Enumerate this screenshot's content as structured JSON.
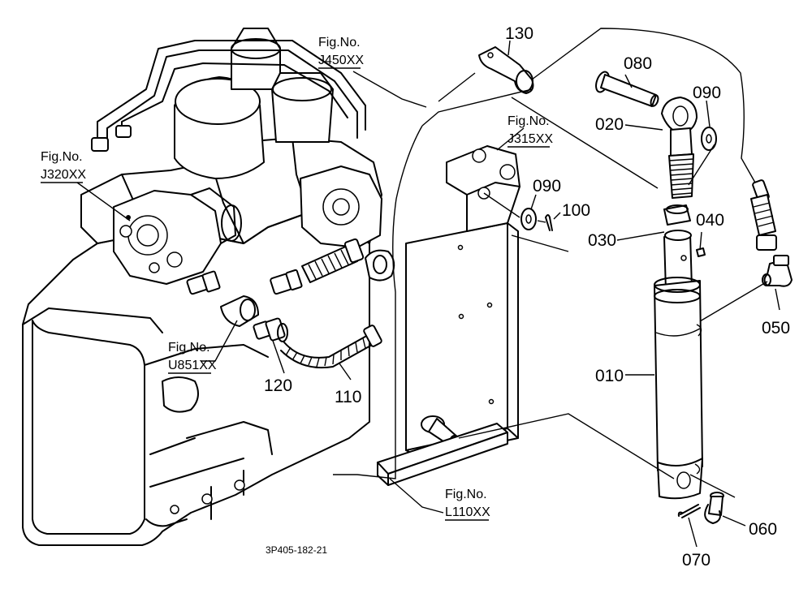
{
  "part_labels": {
    "p010": "010",
    "p020": "020",
    "p030": "030",
    "p040": "040",
    "p050": "050",
    "p060": "060",
    "p070": "070",
    "p080": "080",
    "p090a": "090",
    "p090b": "090",
    "p100": "100",
    "p110": "110",
    "p120": "120",
    "p130": "130"
  },
  "figure_refs": {
    "j450": {
      "line1": "Fig.No.",
      "line2": "J450XX"
    },
    "j315": {
      "line1": "Fig.No.",
      "line2": "J315XX"
    },
    "j320": {
      "line1": "Fig.No.",
      "line2": "J320XX"
    },
    "u851": {
      "line1": "Fig.No.",
      "line2": "U851XX"
    },
    "l110": {
      "line1": "Fig.No.",
      "line2": "L110XX"
    }
  },
  "drawing_code": "3P405-182-21"
}
